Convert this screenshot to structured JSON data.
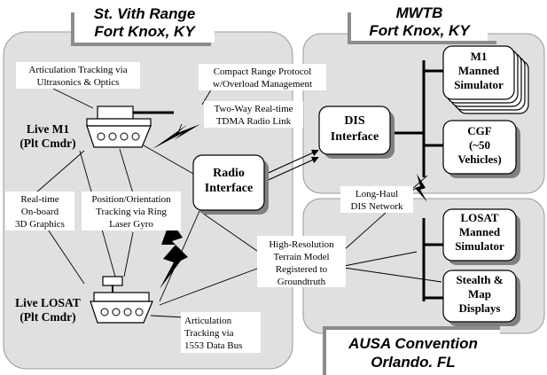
{
  "regions": {
    "st_vith": {
      "line1": "St. Vith Range",
      "line2": "Fort Knox, KY"
    },
    "mwtb": {
      "line1": "MWTB",
      "line2": "Fort Knox, KY"
    },
    "ausa": {
      "line1": "AUSA Convention",
      "line2": "Orlando. FL"
    }
  },
  "nodes": {
    "live_m1": {
      "line1": "Live M1",
      "line2": "(Plt Cmdr)"
    },
    "live_losat": {
      "line1": "Live LOSAT",
      "line2": "(Plt Cmdr)"
    },
    "radio": {
      "line1": "Radio",
      "line2": "Interface"
    },
    "dis": {
      "line1": "DIS",
      "line2": "Interface"
    },
    "m1_sim": {
      "line1": "M1",
      "line2": "Manned",
      "line3": "Simulator"
    },
    "cgf": {
      "line1": "CGF",
      "line2": "(~50",
      "line3": "Vehicles)"
    },
    "losat_sim": {
      "line1": "LOSAT",
      "line2": "Manned",
      "line3": "Simulator"
    },
    "stealth": {
      "line1": "Stealth &",
      "line2": "Map",
      "line3": "Displays"
    }
  },
  "captions": {
    "articulation_us": {
      "line1": "Articulation Tracking via",
      "line2": "Ultrasonics & Optics"
    },
    "compact": {
      "line1": "Compact Range Protocol",
      "line2": "w/Overload Management"
    },
    "twoway": {
      "line1": "Two-Way Real-time",
      "line2": "TDMA Radio Link"
    },
    "graphics": {
      "line1": "Real-time",
      "line2": "On-board",
      "line3": "3D Graphics"
    },
    "posorient": {
      "line1": "Position/Orientation",
      "line2": "Tracking via Ring",
      "line3": "Laser Gyro"
    },
    "longhaul": {
      "line1": "Long-Haul",
      "line2": "DIS Network"
    },
    "terrain": {
      "line1": "High-Resolution",
      "line2": "Terrain Model",
      "line3": "Registered to",
      "line4": "Groundtruth"
    },
    "artic_1553": {
      "line1": "Articulation",
      "line2": "Tracking via",
      "line3": "1553 Data Bus"
    }
  }
}
